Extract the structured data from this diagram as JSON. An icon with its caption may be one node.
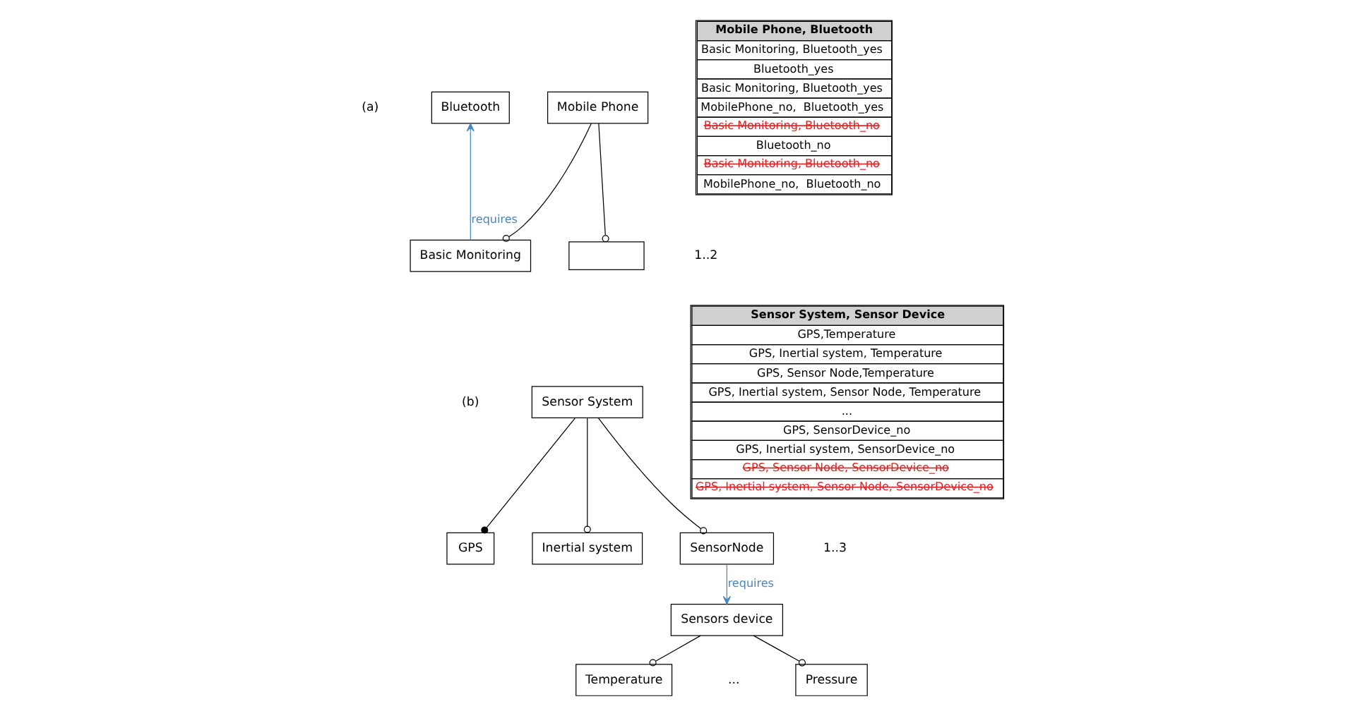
{
  "diagram": {
    "nodes": [
      {
        "text": [
          "Bluetooth"
        ]
      },
      {
        "text": [
          "Mobile Phone"
        ]
      },
      {
        "text": [
          "Basic Monitoring"
        ]
      },
      {
        "text": [],
        "shape": "box"
      },
      {
        "text": [
          "Sensor System"
        ]
      },
      {
        "text": [
          "GPS"
        ]
      },
      {
        "text": [
          "Inertial system"
        ]
      },
      {
        "text": [
          "SensorNode"
        ]
      },
      {
        "text": [
          "Sensors device"
        ]
      },
      {
        "text": [
          "Temperature"
        ]
      },
      {
        "text": [
          "Pressure"
        ]
      }
    ],
    "edges": [
      {
        "from": 2,
        "to": 0,
        "arrow": "to",
        "label": "requires",
        "color": "#4a86c5"
      },
      {
        "from": 1,
        "to": 2,
        "arrow": "other"
      },
      {
        "from": 1,
        "to": 3,
        "arrow": "other"
      },
      {
        "from": 4,
        "to": 5,
        "arrow": "other"
      },
      {
        "from": 4,
        "to": 6,
        "arrow": "other"
      },
      {
        "from": 4,
        "to": 7,
        "arrow": "other"
      },
      {
        "from": 7,
        "to": 8,
        "arrow": "to",
        "label": "requires",
        "color": "#4a86c5"
      },
      {
        "from": 8,
        "to": 9,
        "arrow": "other"
      },
      {
        "from": 8,
        "to": 10,
        "arrow": "other"
      }
    ],
    "labels": [
      "(a)",
      "1..2",
      "Mobile Phone, Bluetooth",
      "Basic Monitoring, Bluetooth_yes",
      "Bluetooth_yes",
      "Basic Monitoring, Bluetooth_yes",
      "MobilePhone_no,  Bluetooth_yes",
      "Basic Monitoring, Bluetooth_no",
      "Bluetooth_no",
      "Basic Monitoring, Bluetooth_no",
      "MobilePhone_no,  Bluetooth_no",
      "(b)",
      "1..3",
      "Sensor System, Sensor Device",
      "GPS,Temperature",
      "GPS, Inertial system, Temperature",
      "GPS, Sensor Node,Temperature",
      "GPS, Inertial system, Sensor Node, Temperature",
      "...",
      "GPS, SensorDevice_no",
      "GPS, Inertial system, SensorDevice_no",
      "GPS, Sensor Node, SensorDevice_no",
      "GPS, Inertial system, Sensor Node, SensorDevice_no",
      "..."
    ]
  }
}
